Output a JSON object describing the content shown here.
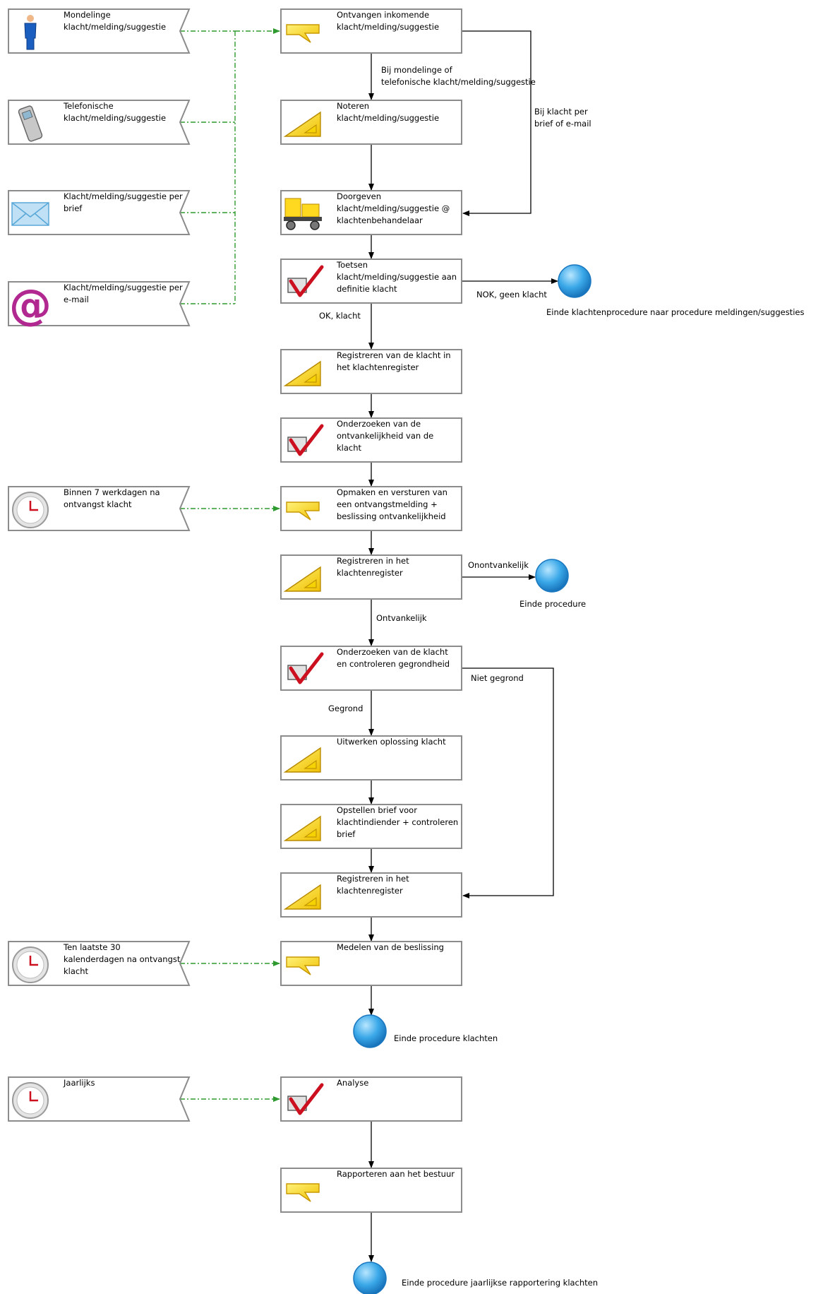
{
  "triggers": [
    {
      "text": [
        "Mondelinge",
        "klacht/melding/suggestie"
      ],
      "icon": "person-icon"
    },
    {
      "text": [
        "Telefonische",
        "klacht/melding/suggestie"
      ],
      "icon": "phone-icon"
    },
    {
      "text": [
        "Klacht/melding/suggestie per",
        "brief"
      ],
      "icon": "envelope-icon"
    },
    {
      "text": [
        "Klacht/melding/suggestie per",
        "e-mail"
      ],
      "icon": "at-sign-icon"
    },
    {
      "text": [
        "Binnen 7 werkdagen na",
        "ontvangst klacht"
      ],
      "icon": "clock-icon"
    },
    {
      "text": [
        "Ten laatste 30",
        "kalenderdagen na ontvangst",
        "klacht"
      ],
      "icon": "clock-icon"
    },
    {
      "text": [
        "Jaarlijks"
      ],
      "icon": "clock-icon"
    }
  ],
  "activities": [
    {
      "text": [
        "Ontvangen inkomende",
        "klacht/melding/suggestie"
      ],
      "icon": "lightning-icon"
    },
    {
      "text": [
        "Noteren",
        "klacht/melding/suggestie"
      ],
      "icon": "ruler-icon"
    },
    {
      "text": [
        "Doorgeven",
        "klacht/melding/suggestie @",
        "klachtenbehandelaar"
      ],
      "icon": "cart-icon"
    },
    {
      "text": [
        "Toetsen",
        "klacht/melding/suggestie aan",
        "definitie klacht"
      ],
      "icon": "checkmark-icon"
    },
    {
      "text": [
        "Registreren van de klacht in",
        "het klachtenregister"
      ],
      "icon": "ruler-icon"
    },
    {
      "text": [
        "Onderzoeken van de",
        "ontvankelijkheid van de",
        "klacht"
      ],
      "icon": "checkmark-icon"
    },
    {
      "text": [
        "Opmaken en versturen van",
        "een ontvangstmelding +",
        "beslissing ontvankelijkheid"
      ],
      "icon": "lightning-icon"
    },
    {
      "text": [
        "Registreren in het",
        "klachtenregister"
      ],
      "icon": "ruler-icon"
    },
    {
      "text": [
        "Onderzoeken van de klacht",
        "en controleren gegrondheid"
      ],
      "icon": "checkmark-icon"
    },
    {
      "text": [
        "Uitwerken oplossing klacht"
      ],
      "icon": "ruler-icon"
    },
    {
      "text": [
        "Opstellen brief voor",
        "klachtindiender + controleren",
        "brief"
      ],
      "icon": "ruler-icon"
    },
    {
      "text": [
        "Registreren in het",
        "klachtenregister"
      ],
      "icon": "ruler-icon"
    },
    {
      "text": [
        "Medelen van de beslissing"
      ],
      "icon": "lightning-icon"
    },
    {
      "text": [
        "Analyse"
      ],
      "icon": "checkmark-icon"
    },
    {
      "text": [
        "Rapporteren aan het bestuur"
      ],
      "icon": "lightning-icon"
    }
  ],
  "end_events": [
    {
      "text": "Einde klachtenprocedure naar procedure meldingen/suggesties"
    },
    {
      "text": "Einde procedure"
    },
    {
      "text": "Einde procedure klachten"
    },
    {
      "text": "Einde procedure jaarlijkse rapportering klachten"
    }
  ],
  "flow_labels": {
    "mondeling": [
      "Bij mondelinge of",
      "telefonische klacht/melding/suggestie"
    ],
    "brief_email": [
      "Bij klacht per",
      "brief of e-mail"
    ],
    "ok": "OK, klacht",
    "nok": "NOK, geen klacht",
    "onontvankelijk": "Onontvankelijk",
    "ontvankelijk": "Ontvankelijk",
    "gegrond": "Gegrond",
    "niet_gegrond": "Niet gegrond"
  },
  "colors": {
    "box_border": "#8c8c8c",
    "trigger_link": "#2f9a2f",
    "flow": "#000000",
    "end_event": "#2d9fe0"
  }
}
